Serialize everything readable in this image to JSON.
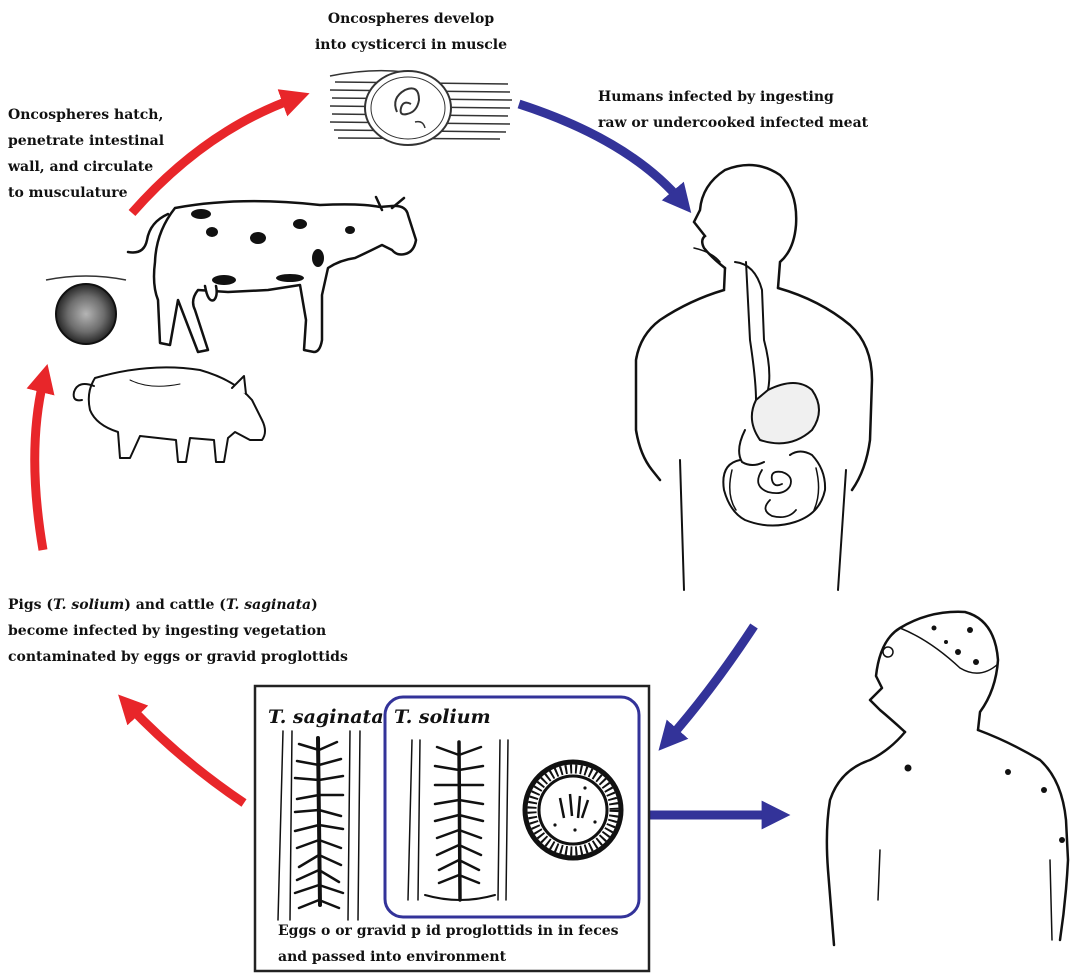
{
  "labels": {
    "develop": [
      "Oncospheres develop",
      "into cysticerci in muscle"
    ],
    "humans": [
      "Humans infected by ingesting",
      "raw or undercooked infected meat"
    ],
    "hatch": [
      "Oncospheres hatch,",
      "penetrate intestinal",
      "wall, and circulate",
      "to musculature"
    ],
    "pigs": {
      "line1_a": "Pigs (",
      "line1_b": "T. solium",
      "line1_c": ") and cattle (",
      "line1_d": "T. saginata",
      "line1_e": ")",
      "line2": "become infected by ingesting vegetation",
      "line3": "contaminated by eggs or gravid proglottids"
    },
    "eggs": [
      "Eggs o or gravid p id proglottids in in feces",
      "and passed into environment"
    ]
  },
  "box": {
    "saginata_title": "T. saginata",
    "solium_title": "T. solium"
  },
  "colors": {
    "red_arrow": "#e8262a",
    "blue_arrow": "#333399",
    "ink": "#111111"
  },
  "icons": [
    "cysticercus-in-muscle",
    "cow",
    "pig",
    "oncosphere-egg",
    "human-digestive-tract",
    "human-head-cysticercosis",
    "saginata-proglottid",
    "solium-proglottid",
    "taenia-egg"
  ]
}
